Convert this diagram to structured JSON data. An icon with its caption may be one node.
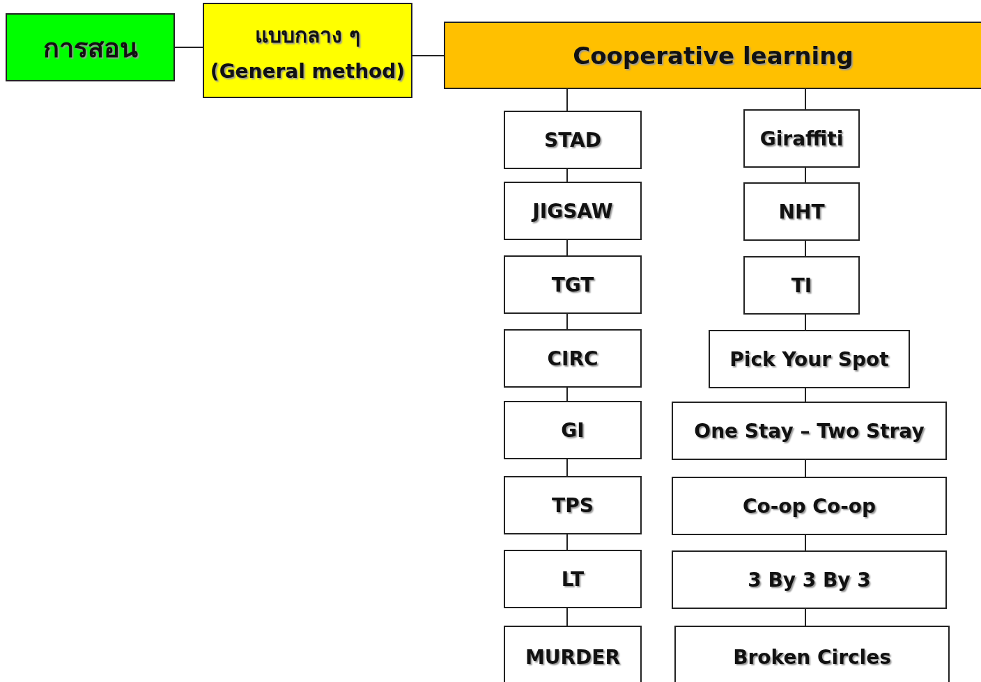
{
  "diagram": {
    "nodes": [
      {
        "text": [
          "การสอน"
        ]
      },
      {
        "text": [
          "แบบกลาง ๆ",
          "(General method)"
        ]
      },
      {
        "text": [
          "Cooperative learning"
        ]
      },
      {
        "text": [
          "STAD"
        ]
      },
      {
        "text": [
          "JIGSAW"
        ]
      },
      {
        "text": [
          "TGT"
        ]
      },
      {
        "text": [
          "CIRC"
        ]
      },
      {
        "text": [
          "GI"
        ]
      },
      {
        "text": [
          "TPS"
        ]
      },
      {
        "text": [
          "LT"
        ]
      },
      {
        "text": [
          "MURDER"
        ]
      },
      {
        "text": [
          "Giraffiti"
        ]
      },
      {
        "text": [
          "NHT"
        ]
      },
      {
        "text": [
          "TI"
        ]
      },
      {
        "text": [
          "Pick Your Spot"
        ]
      },
      {
        "text": [
          "One Stay – Two Stray"
        ]
      },
      {
        "text": [
          "Co-op Co-op"
        ]
      },
      {
        "text": [
          "3 By 3 By 3"
        ]
      },
      {
        "text": [
          "Broken Circles"
        ]
      }
    ],
    "edges": [
      {
        "from": 0,
        "to": 1,
        "arrow": "none"
      },
      {
        "from": 1,
        "to": 2,
        "arrow": "none"
      },
      {
        "from": 2,
        "to": 3,
        "arrow": "none"
      },
      {
        "from": 3,
        "to": 4,
        "arrow": "none"
      },
      {
        "from": 4,
        "to": 5,
        "arrow": "none"
      },
      {
        "from": 5,
        "to": 6,
        "arrow": "none"
      },
      {
        "from": 6,
        "to": 7,
        "arrow": "none"
      },
      {
        "from": 7,
        "to": 8,
        "arrow": "none"
      },
      {
        "from": 8,
        "to": 9,
        "arrow": "none"
      },
      {
        "from": 9,
        "to": 10,
        "arrow": "none"
      },
      {
        "from": 2,
        "to": 11,
        "arrow": "none"
      },
      {
        "from": 11,
        "to": 12,
        "arrow": "none"
      },
      {
        "from": 12,
        "to": 13,
        "arrow": "none"
      },
      {
        "from": 13,
        "to": 14,
        "arrow": "none"
      },
      {
        "from": 14,
        "to": 15,
        "arrow": "none"
      },
      {
        "from": 15,
        "to": 16,
        "arrow": "none"
      },
      {
        "from": 16,
        "to": 17,
        "arrow": "none"
      },
      {
        "from": 17,
        "to": 18,
        "arrow": "none"
      }
    ]
  }
}
